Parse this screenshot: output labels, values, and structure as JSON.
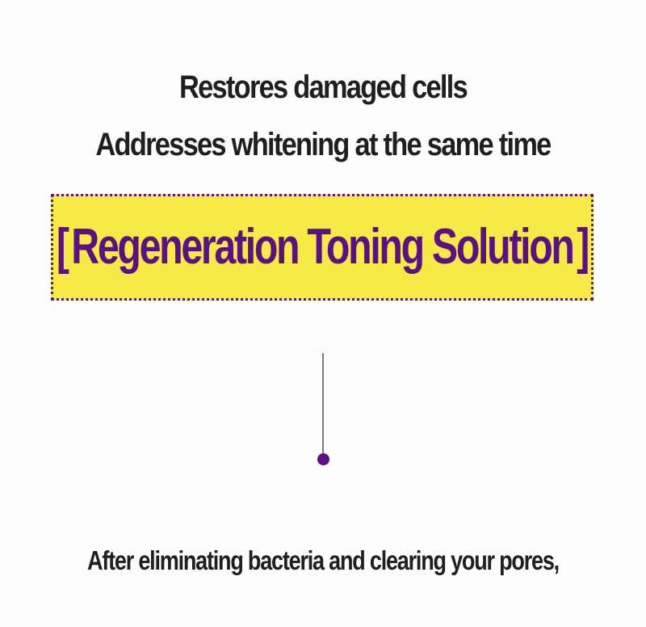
{
  "headline": {
    "line1": "Restores damaged cells",
    "line2": "Addresses whitening at the same time"
  },
  "badge": {
    "open_bracket": "[",
    "title": "Regeneration Toning Solution",
    "close_bracket": "]"
  },
  "footer": {
    "text": "After eliminating bacteria and clearing your pores,"
  },
  "colors": {
    "background": "#fdfdfd",
    "text": "#1f1f1f",
    "badge_fill": "#f7ea46",
    "accent_purple": "#5b1185",
    "connector_line": "#7a7a7a"
  }
}
